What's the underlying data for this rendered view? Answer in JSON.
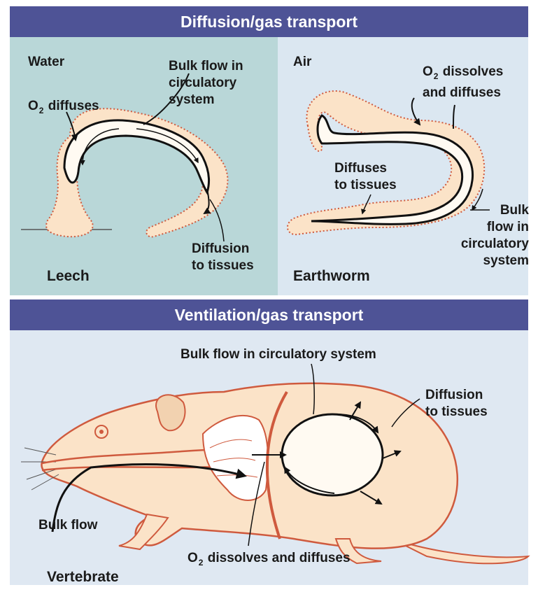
{
  "top_banner": "Diffusion/gas transport",
  "bottom_banner": "Ventilation/gas transport",
  "leech_panel": {
    "environment": "Water",
    "bulk_flow": [
      "Bulk flow in",
      "circulatory",
      "system"
    ],
    "o2_label_prefix": "O",
    "o2_label_sub": "2",
    "o2_label_suffix": "diffuses",
    "diffusion": [
      "Diffusion",
      "to tissues"
    ],
    "organism": "Leech"
  },
  "earthworm_panel": {
    "environment": "Air",
    "o2_line1_prefix": "O",
    "o2_line1_sub": "2",
    "o2_line1_suffix": "dissolves",
    "o2_line2": "and diffuses",
    "diffuses": [
      "Diffuses",
      "to tissues"
    ],
    "bulk_flow": [
      "Bulk",
      "flow in",
      "circulatory",
      "system"
    ],
    "organism": "Earthworm"
  },
  "vertebrate_panel": {
    "bulk_flow_circ": "Bulk flow in circulatory system",
    "diffusion": [
      "Diffusion",
      "to tissues"
    ],
    "bulk_flow": "Bulk flow",
    "o2_prefix": "O",
    "o2_sub": "2",
    "o2_suffix": "dissolves and diffuses",
    "organism": "Vertebrate"
  },
  "colors": {
    "banner": "#4e5396",
    "water_bg": "#b9d7d8",
    "air_bg": "#dbe7f1",
    "vertebrate_bg": "#dfe8f2",
    "body_fill": "#fbe3c8",
    "body_outline": "#cf5a3e"
  }
}
